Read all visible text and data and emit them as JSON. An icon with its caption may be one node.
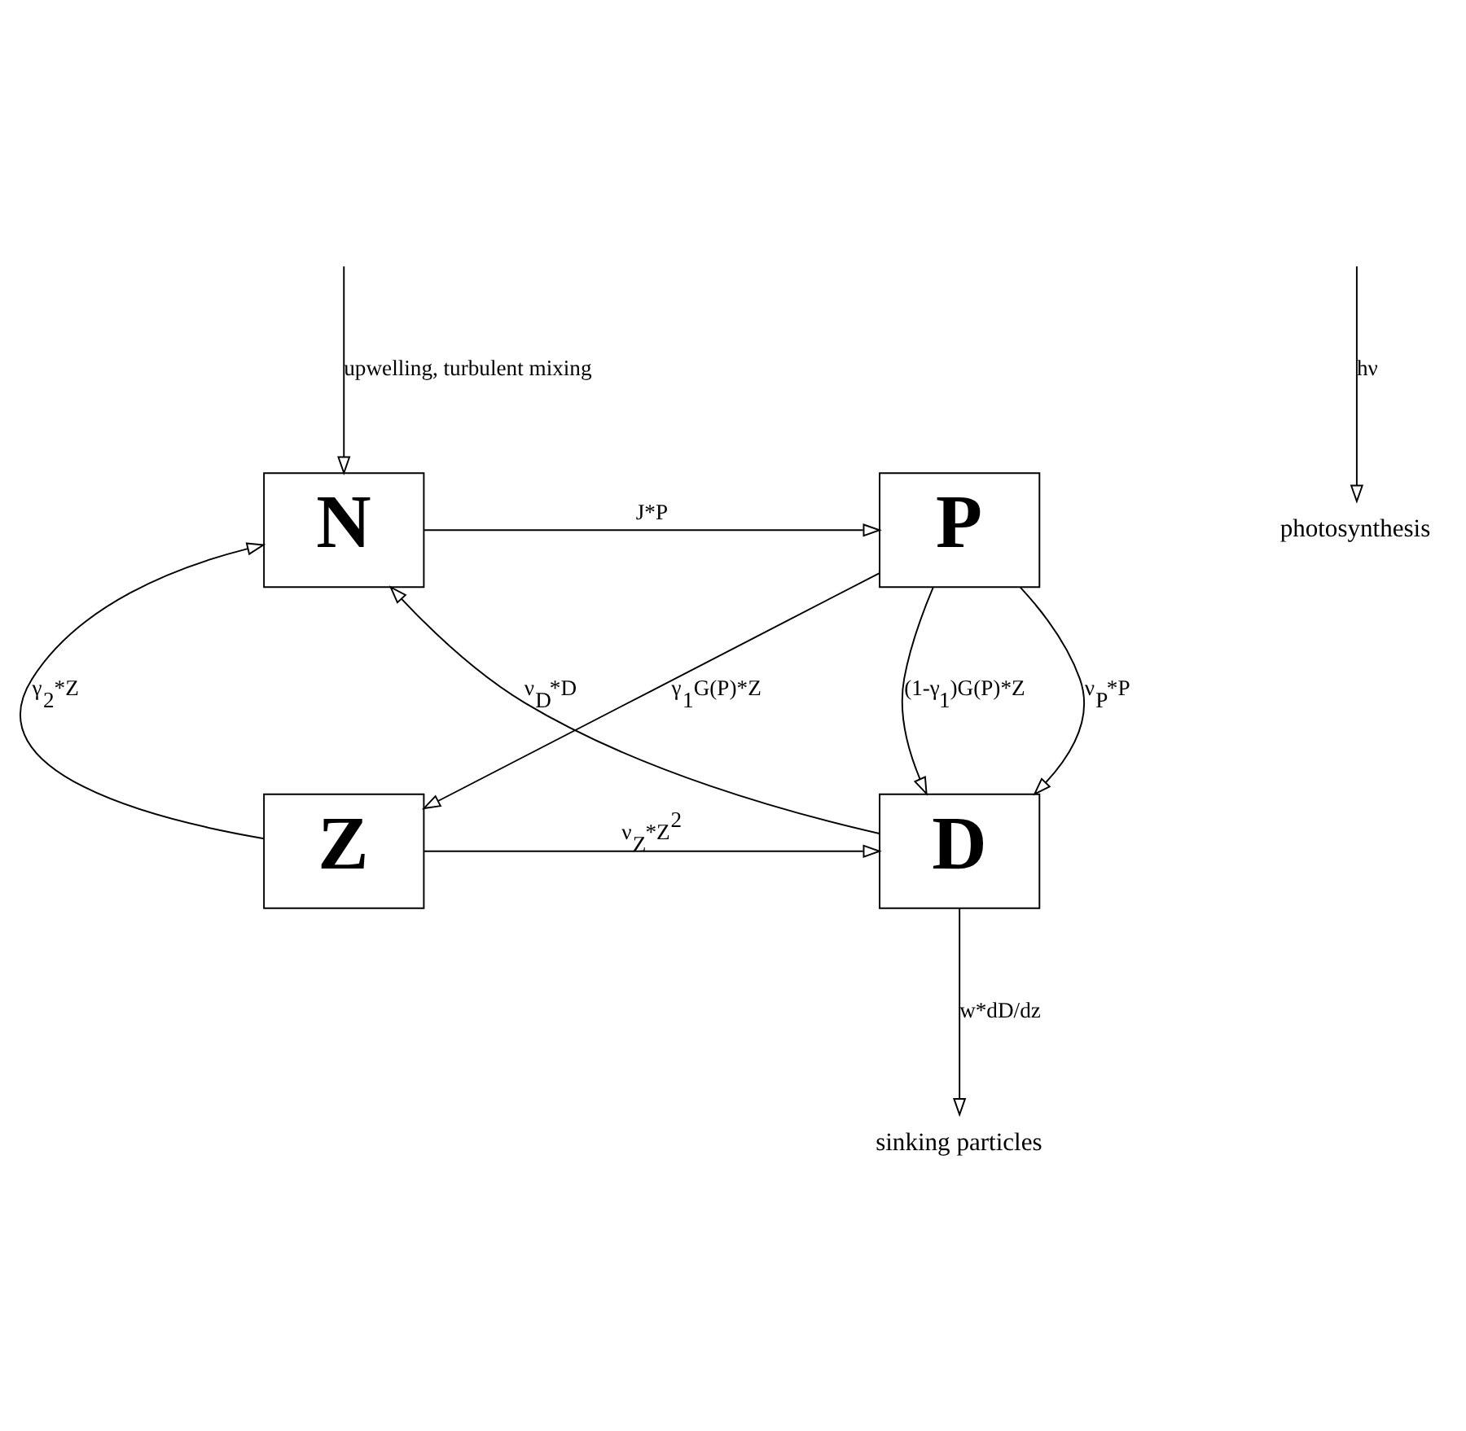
{
  "diagram": {
    "nodes": [
      {
        "text": [
          "N"
        ]
      },
      {
        "text": [
          "P"
        ]
      },
      {
        "text": [
          "D"
        ]
      },
      {
        "text": [
          "Z"
        ]
      },
      {
        "text": [
          "photosynthesis"
        ]
      },
      {
        "text": [
          "sinking particles"
        ]
      }
    ],
    "edges": [
      {
        "from": null,
        "to": 4,
        "arrow": "to",
        "label": "hν"
      },
      {
        "from": null,
        "to": 0,
        "arrow": "to",
        "label": "upwelling, turbulent mixing"
      },
      {
        "from": 0,
        "to": 1,
        "arrow": "to",
        "label": "J*P"
      },
      {
        "from": 1,
        "to": 2,
        "arrow": "to",
        "label": "ν$_{P}$*P"
      },
      {
        "from": 3,
        "to": 0,
        "arrow": "to",
        "label": "γ$_{2}$*Z"
      },
      {
        "from": 1,
        "to": 2,
        "arrow": "to",
        "label": "(1-γ$_{1}$)G(P)*Z"
      },
      {
        "from": 1,
        "to": 3,
        "arrow": "to",
        "label": "γ$_{1}$G(P)*Z"
      },
      {
        "from": 2,
        "to": 0,
        "arrow": "to",
        "label": "ν$_{D}$*D"
      },
      {
        "from": 3,
        "to": 2,
        "arrow": "to",
        "label": "ν$_{Z}$*Z$^{2}$"
      },
      {
        "from": 2,
        "to": 5,
        "arrow": "to",
        "label": "w*dD/dz"
      }
    ]
  }
}
